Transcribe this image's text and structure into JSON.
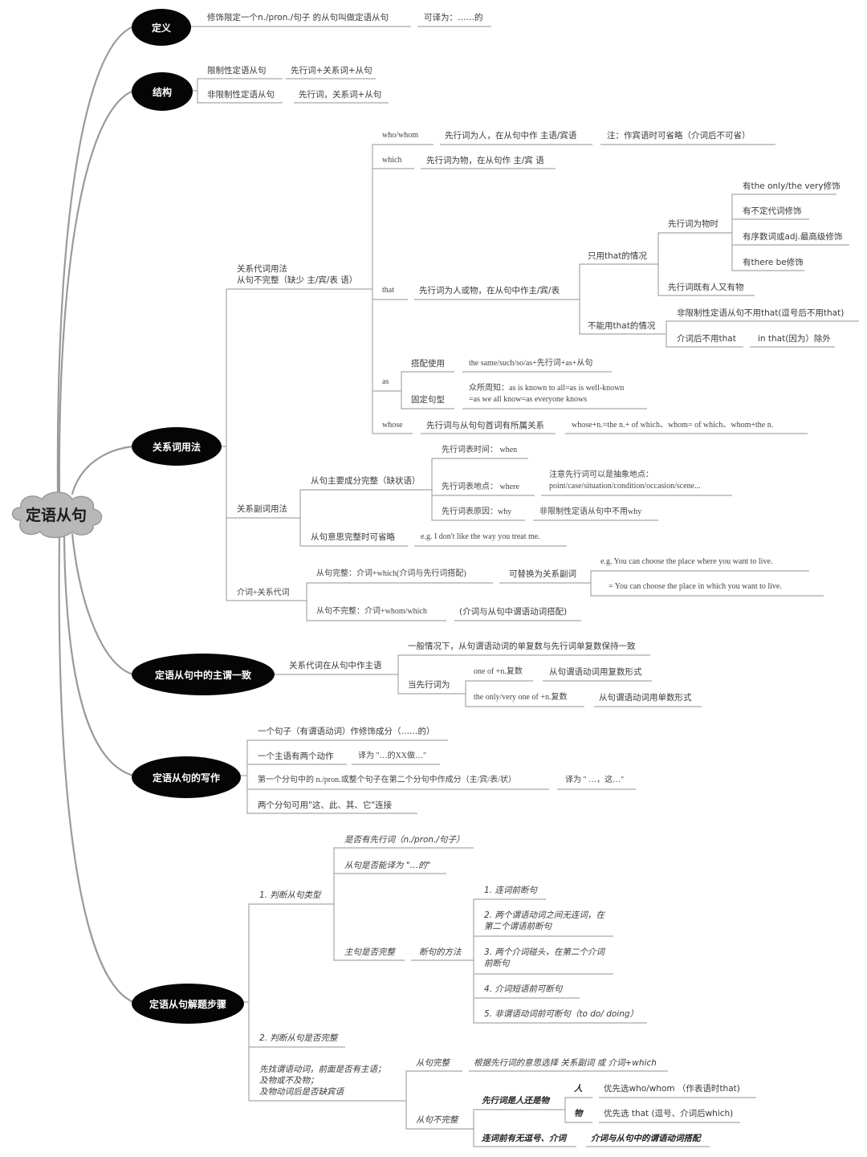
{
  "root": "定语从句",
  "hubs": {
    "definition": "定义",
    "structure": "结构",
    "relatives": "关系词用法",
    "agreement": "定语从句中的主谓一致",
    "writing": "定语从句的写作",
    "steps": "定语从句解题步骤"
  },
  "definition": {
    "text": "修饰限定一个n./pron./句子 的从句叫做定语从句",
    "translate": "可译为：……的"
  },
  "structure": {
    "restrictive": "限制性定语从句",
    "restrictive_form": "先行词+关系词+从句",
    "nonrestrictive": "非限制性定语从句",
    "nonrestrictive_form": "先行词，关系词+从句"
  },
  "pronouns": {
    "title": "关系代词用法\n从句不完整（缺少 主/宾/表 语）",
    "who": "who/whom",
    "who_desc": "先行词为人，在从句中作 主语/宾语",
    "who_note": "注：作宾语时可省略（介词后不可省）",
    "which": "which",
    "which_desc": "先行词为物，在从句作 主/宾 语",
    "that": "that",
    "that_desc": "先行词为人或物，在从句中作主/宾/表",
    "only_that": "只用that的情况",
    "thing": "先行词为物时",
    "only_very": "有the only/the very修饰",
    "indef": "有不定代词修饰",
    "ordinal": "有序数词或adj.最高级修饰",
    "there_be": "有there be修饰",
    "person_thing": "先行词既有人又有物",
    "not_that": "不能用that的情况",
    "nonrestrict_that": "非限制性定语从句不用that(逗号后不用that)",
    "prep_that": "介词后不用that",
    "in_that": "in that(因为）除外",
    "as": "as",
    "as_pair": "搭配使用",
    "as_pair_desc": "the same/such/so/as+先行词+as+从句",
    "as_fixed": "固定句型",
    "as_fixed_desc": "众所周知：as is known to all=as is well-known\n=as we all know=as everyone knows",
    "whose": "whose",
    "whose_desc": "先行词与从句句首词有所属关系",
    "whose_eq": "whose+n.=the n.+ of which、whom= of which、whom+the n."
  },
  "adverbs": {
    "title": "关系副词用法",
    "complete": "从句主要成分完整（缺状语）",
    "time": "先行词表时间：  when",
    "place": "先行词表地点：   where",
    "place_note": "注意先行词可以是抽象地点：\npoint/case/situation/condition/occasion/scene...",
    "reason": "先行词表原因：why",
    "reason_note": "非限制性定语从句中不用why",
    "omit": "从句意思完整时可省略",
    "omit_eg": "e.g.  I don't like the way you treat me."
  },
  "prep": {
    "title": "介词+关系代词",
    "complete": "从句完整：介词+which(介词与先行词搭配)",
    "replace": "可替换为关系副词",
    "eg1": "e.g.  You can choose the place where you want to live.",
    "eg2": "= You can choose the place in which you want to live.",
    "incomplete": "从句不完整：介词+whom/which",
    "incomplete_note": "(介词与从句中谓语动词搭配)"
  },
  "agreement": {
    "subject": "关系代词在从句中作主语",
    "general": "一般情况下，从句谓语动词的单复数与先行词单复数保持一致",
    "when": "当先行词为",
    "one_of": "one of +n.复数",
    "one_of_res": "从句谓语动词用复数形式",
    "only_one": "the only/very one of +n.复数",
    "only_one_res": "从句谓语动词用单数形式"
  },
  "writing": {
    "w1": "一个句子（有谓语动词）作修饰成分（……的）",
    "w2": "一个主语有两个动作",
    "w2_tr": "译为 \"…的XX做…\"",
    "w3": "第一个分句中的 n./pron.或整个句子在第二个分句中作成分（主/宾/表/状）",
    "w3_tr": "译为 \" …，这…\"",
    "w4": "两个分句可用\"这、此、其、它\"连接"
  },
  "steps": {
    "s1": "1. 判断从句类型",
    "antecedent": "是否有先行词（n./pron./句子）",
    "translatable": "从句是否能译为 \"…的\"",
    "main_complete": "主句是否完整",
    "method": "断句的方法",
    "m1": "1. 连词前断句",
    "m2": "2. 两个谓语动词之间无连词，在\n第二个谓语前断句",
    "m3": "3. 两个介词碰头，在第二个介词\n前断句",
    "m4": "4. 介词短语前可断句",
    "m5": "5. 非谓语动词前可断句（to do/ doing）",
    "s2": "2. 判断从句是否完整",
    "s2_desc": "先找谓语动词，前面是否有主语；\n及物或不及物；\n及物动词后是否缺宾语",
    "complete": "从句完整",
    "complete_rule": "根据先行词的意思选择 关系副词 或 介词+which",
    "incomplete": "从句不完整",
    "person_or_thing": "先行词是人还是物",
    "person": "人",
    "person_rule": "优先选who/whom （作表语时that)",
    "thing": "物",
    "thing_rule": "优先选 that (逗号、介词后which)",
    "comma_prep": "连词前有无逗号、介词",
    "prep_match": "介词与从句中的谓语动词搭配"
  },
  "colors": {
    "line": "#9a9a9a",
    "hub_fill": "#050505",
    "root_fill": "#b8b8b8",
    "text": "#3a3a3a"
  }
}
